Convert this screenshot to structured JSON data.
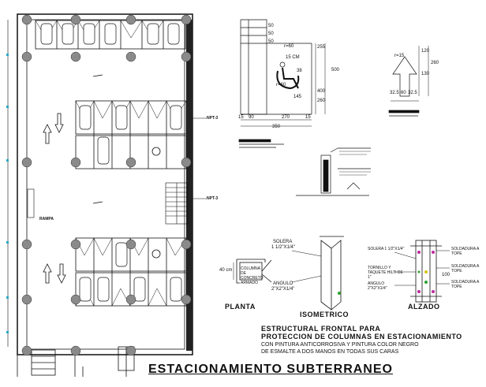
{
  "title": "ESTACIONAMIENTO SUBTERRANEO",
  "subtitle_line1": "ESTRUCTURAL FRONTAL PARA",
  "subtitle_line2": "PROTECCION DE COLUMNAS EN ESTACIONAMIENTO",
  "note_line1": "CON PINTURA ANTICORROSIVA Y PINTURA COLOR NEGRO",
  "note_line2": "DE ESMALTE A DOS MANOS EN TODAS SUS CARAS",
  "captions": {
    "planta": "PLANTA",
    "isometrico": "ISOMETRICO",
    "alzado": "ALZADO"
  },
  "accessible_dims": {
    "d50a": "50",
    "d50b": "50",
    "d50c": "50",
    "r60a": "r=60",
    "r60b": "r=60",
    "d15": "15 CM",
    "d38": "38",
    "d255": "255",
    "d400": "400",
    "d260": "260",
    "d145": "145",
    "d500": "500",
    "b15": "15",
    "b90": "90",
    "b270": "270",
    "b15b": "15",
    "b350": "350"
  },
  "arrow_dims": {
    "r15": "r=15",
    "d120": "120",
    "d260": "260",
    "d130": "130",
    "b1": "32.5",
    "b2": "60",
    "b3": "32.5"
  },
  "iso_labels": {
    "bolera": "SOLERA",
    "bolera_size": "1 1/2\"X1/4\"",
    "columna": "COLUMNA DE CONCRETO ARMADO",
    "angulo": "ANGULO",
    "angulo_size": "2\"X2\"X1/4\"",
    "d40": "40 cm"
  },
  "alzado_labels": {
    "solera": "SOLERA 1 1/2\"X1/4\"",
    "tornillo": "TORNILLO Y TAQUETE HILTI DE 1\"",
    "angulo": "ANGULO 2\"X2\"X1/4\"",
    "sold1": "SOLDADURA A TOPE",
    "sold2": "SOLDADURA A TOPE",
    "sold3": "SOLDADURA A TOPE",
    "d100": "100"
  },
  "plan_tags": {
    "tag1": "NPT-3",
    "tag2": "NPT-3",
    "tag3": "RAMPA"
  },
  "colors": {
    "line": "#111111",
    "column": "#8a8a8a",
    "stall": "#555555",
    "accent_green": "#2da02d",
    "accent_magenta": "#c02aa0",
    "accent_yellow": "#d6c21a"
  }
}
